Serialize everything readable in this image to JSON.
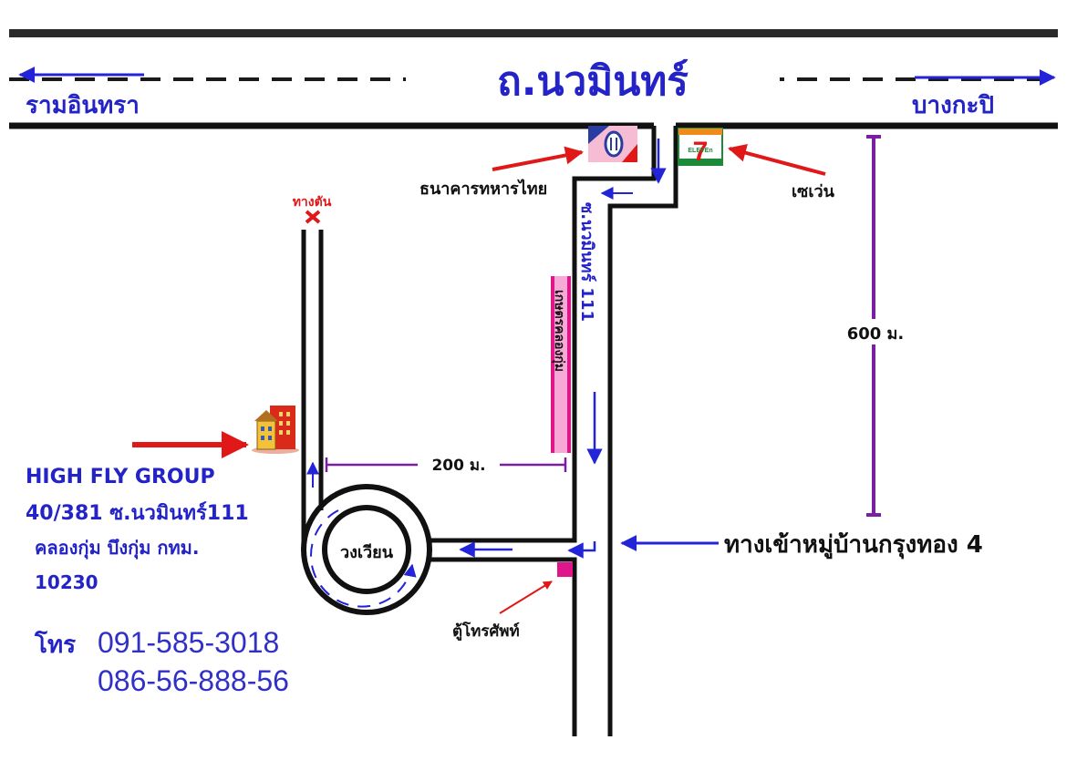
{
  "main_road": {
    "name": "ถ.นวมินทร์",
    "left_direction": "รามอินทรา",
    "right_direction": "บางกะปิ"
  },
  "landmarks": {
    "bank": "ธนาคารทหารไทย",
    "seven_eleven": "เซเว่น",
    "seven_eleven_logo_text": "ELEVEn",
    "dead_end": "ทางตัน",
    "roundabout": "วงเวียน",
    "phone_booth": "ตู้โทรศัพท์",
    "side_sign": "เกษตรคลองกุ่ม"
  },
  "side_road": {
    "name": "ซ.นวมินทร์ 111"
  },
  "entrance": {
    "label": "ทางเข้าหมู่บ้านกรุงทอง 4"
  },
  "distances": {
    "vertical": "600 ม.",
    "horizontal": "200 ม."
  },
  "company": {
    "name": "HIGH FLY GROUP",
    "address_line1": "40/381  ซ.นวมินทร์111",
    "address_line2": "คลองกุ่ม  บึงกุ่ม  กทม.",
    "postcode": "10230"
  },
  "contact": {
    "phone_label": "โทร",
    "phone1": "091-585-3018",
    "phone2": "086-56-888-56"
  },
  "colors": {
    "road_text": "#2323c8",
    "arrow_red": "#e01818",
    "arrow_blue": "#2323d8",
    "measure_purple": "#7a1fa2",
    "booth_magenta": "#e0158a"
  },
  "icons": [
    "building-icon",
    "bank-logo-icon",
    "seven-eleven-logo-icon",
    "dead-end-x-icon"
  ]
}
